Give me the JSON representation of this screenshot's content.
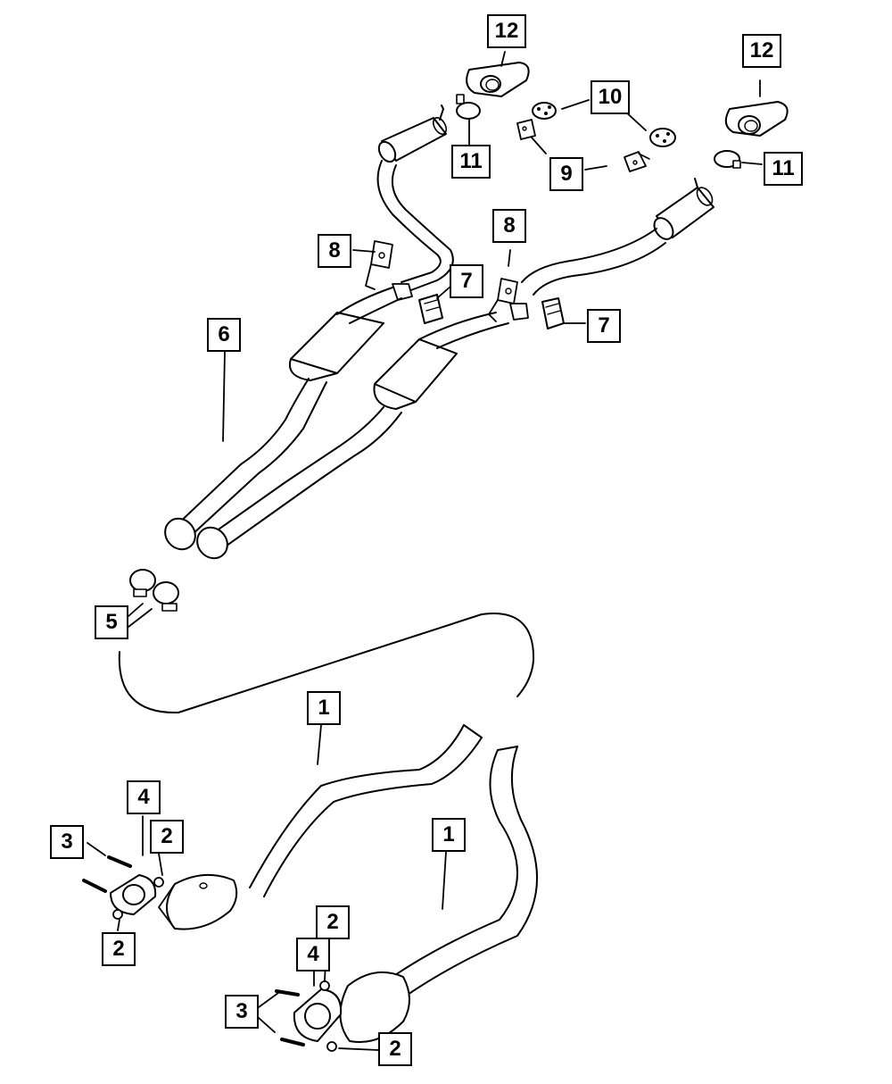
{
  "diagram": {
    "type": "exploded parts diagram",
    "colors": {
      "line": "#000000",
      "background": "#ffffff"
    },
    "callouts": {
      "c12a": "12",
      "c12b": "12",
      "c10": "10",
      "c11a": "11",
      "c11b": "11",
      "c9": "9",
      "c8a": "8",
      "c8b": "8",
      "c7a": "7",
      "c7b": "7",
      "c6": "6",
      "c5": "5",
      "c1a": "1",
      "c1b": "1",
      "c4a": "4",
      "c4b": "4",
      "c3a": "3",
      "c3b": "3",
      "c2a": "2",
      "c2b": "2",
      "c2c": "2",
      "c2d": "2"
    }
  }
}
